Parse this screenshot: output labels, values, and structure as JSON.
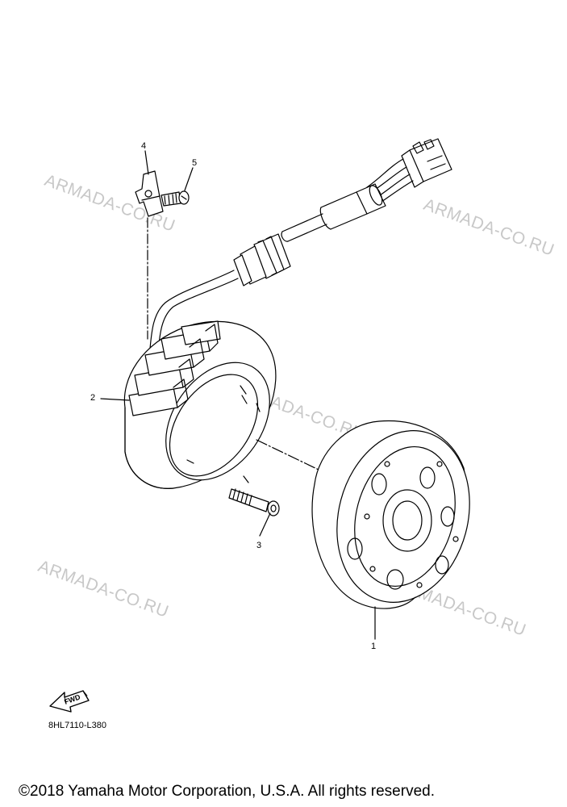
{
  "diagram": {
    "code": "8HL7110-L380",
    "fwd_label": "FWD",
    "copyright": "©2018 Yamaha Motor Corporation, U.S.A. All rights reserved."
  },
  "part_numbers": {
    "p1": "1",
    "p2": "2",
    "p3": "3",
    "p4": "4",
    "p5": "5"
  },
  "watermarks": [
    "ARMADA-CO.RU",
    "ARMADA-CO.RU",
    "ARMADA-CO.RU",
    "ARMADA-CO.RU",
    "ARMADA-CO.RU"
  ]
}
